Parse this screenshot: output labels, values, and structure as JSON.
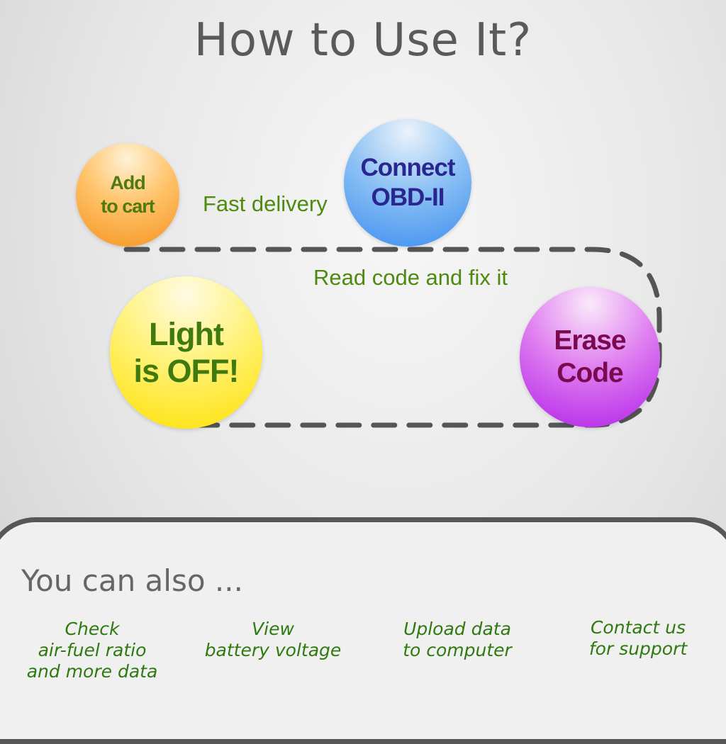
{
  "title": "How to Use It?",
  "steps": {
    "add_to_cart": "Add\nto cart",
    "connect": "Connect\nOBD-II",
    "light_off": "Light\nis OFF!",
    "erase": "Erase\nCode"
  },
  "labels": {
    "fast_delivery": "Fast delivery",
    "read_code": "Read code and fix it"
  },
  "also": {
    "heading": "You can also ...",
    "features": [
      "Check\nair-fuel ratio\nand more data",
      "View\nbattery voltage",
      "Upload data\nto computer",
      "Contact us\nfor support"
    ]
  },
  "colors": {
    "add_to_cart": "#f59420",
    "connect": "#3c8ef0",
    "light_off": "#ffe000",
    "erase": "#b021e8",
    "label_green": "#4f8a10",
    "dash": "#555555"
  }
}
